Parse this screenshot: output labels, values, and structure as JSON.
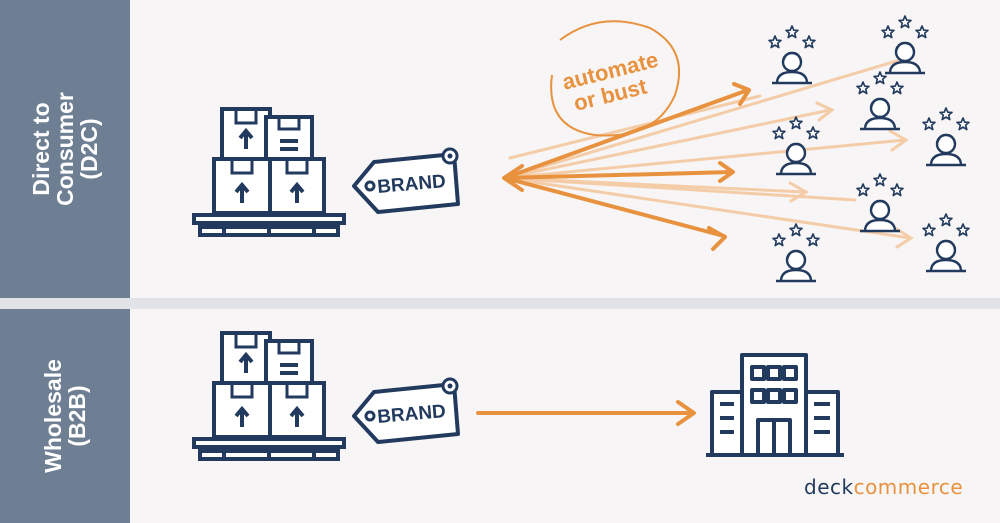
{
  "sections": {
    "d2c": {
      "label_line1": "Direct to",
      "label_line2": "Consumer",
      "label_line3": "(D2C)"
    },
    "b2b": {
      "label_line1": "Wholesale",
      "label_line2": "(B2B)"
    }
  },
  "tag_text": "BRAND",
  "callout": {
    "line1": "automate",
    "line2": "or bust"
  },
  "logo": {
    "part1": "deck",
    "part2": "commerce"
  },
  "colors": {
    "navy": "#223a5e",
    "orange": "#e8923f",
    "sidebar": "#6e7f93",
    "background": "#f7f5f5"
  },
  "icons": [
    "pallet-boxes-icon",
    "brand-tag-icon",
    "customer-with-stars-icon",
    "office-building-icon"
  ]
}
